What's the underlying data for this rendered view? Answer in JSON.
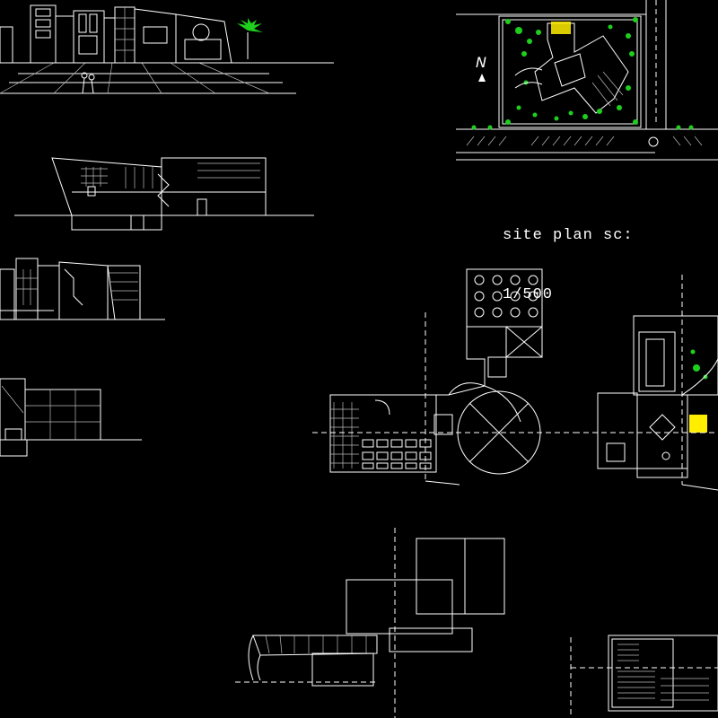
{
  "site_plan": {
    "caption_line1": "site plan sc:",
    "caption_line2": "1/500",
    "north_label": "N"
  },
  "colors": {
    "background": "#000000",
    "linework": "#ffffff",
    "vegetation": "#1ecf1e",
    "stair_highlight": "#ffee00"
  }
}
